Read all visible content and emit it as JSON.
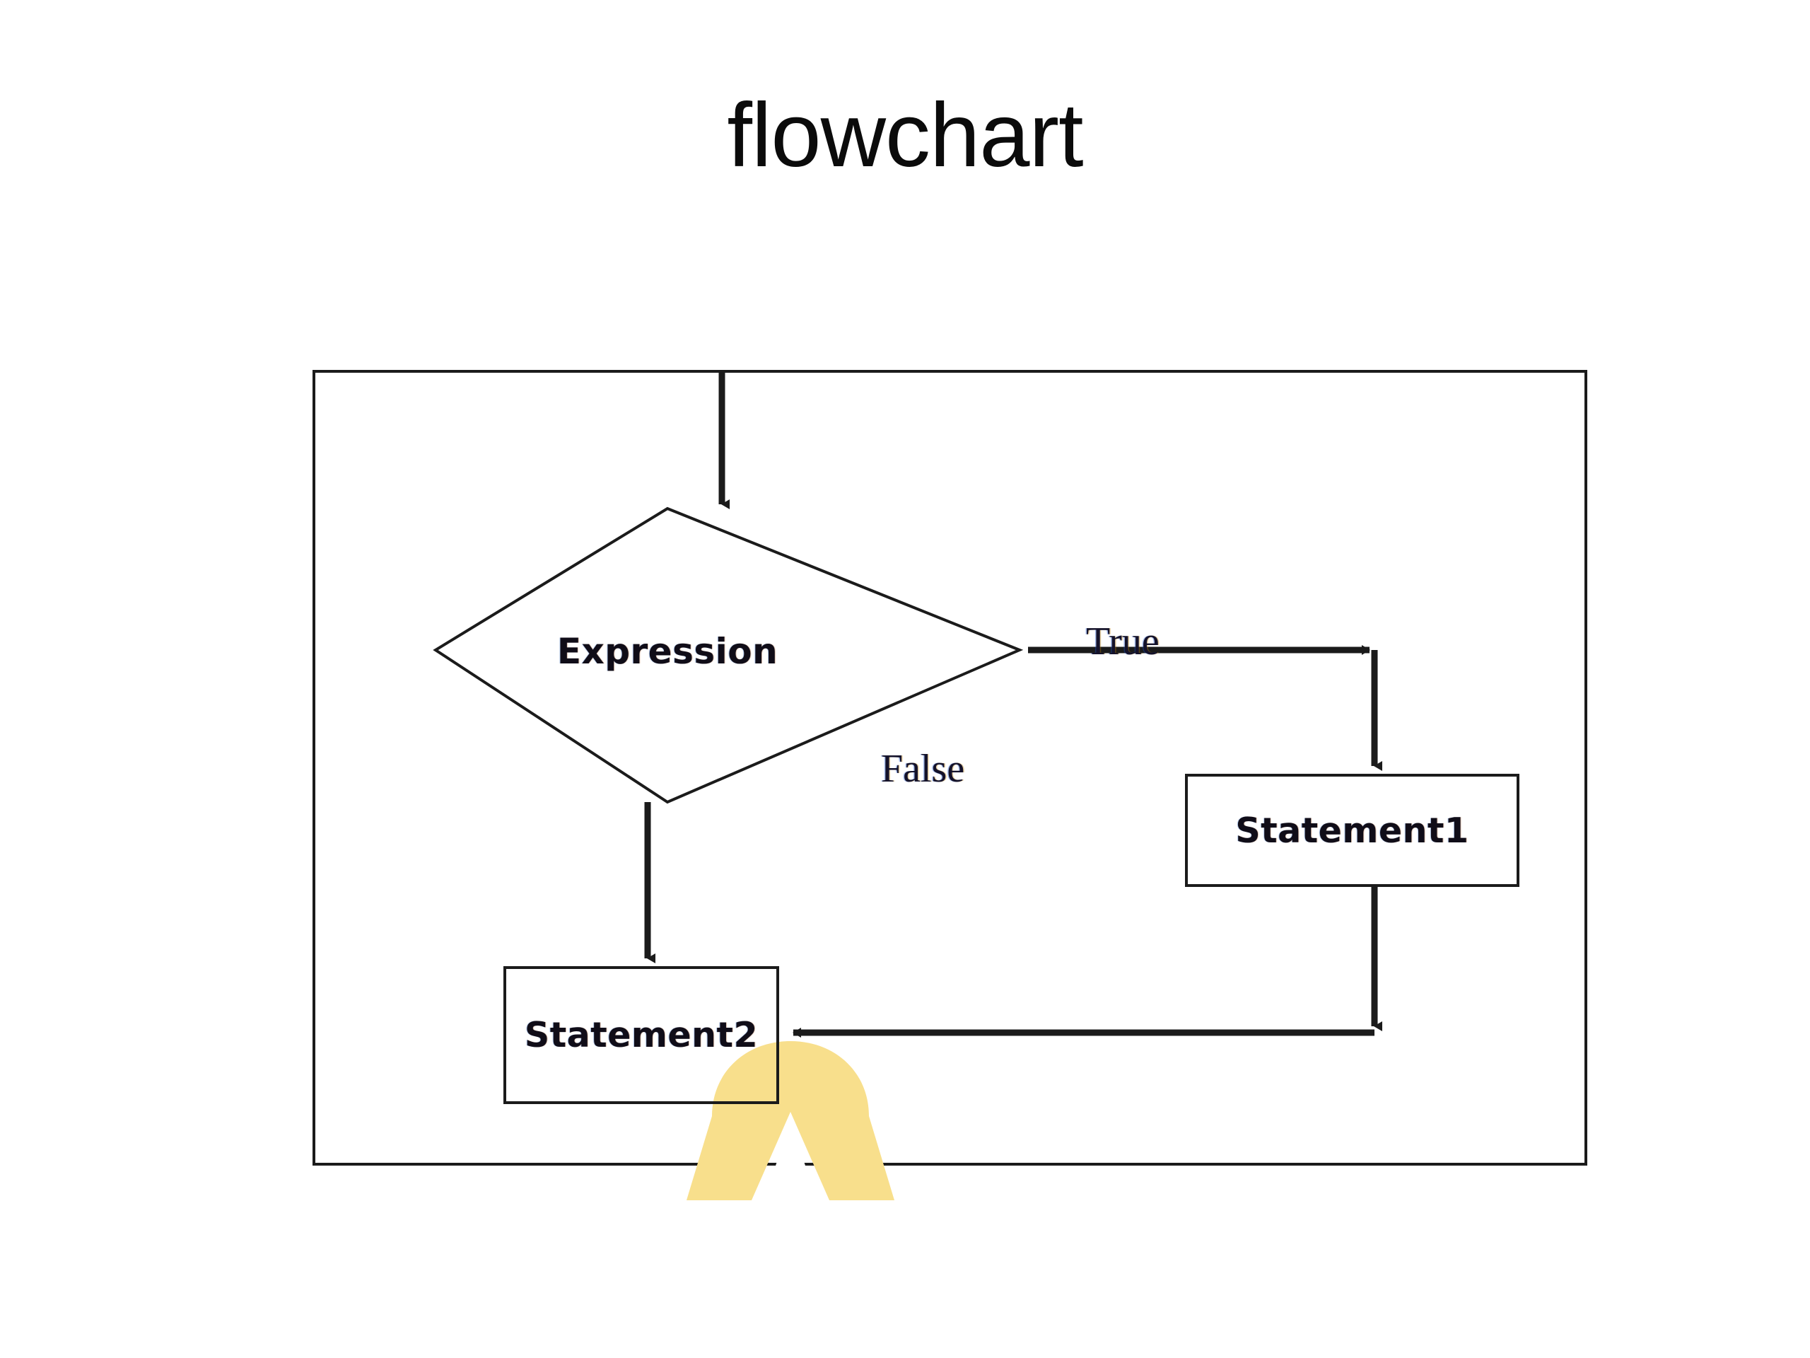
{
  "slide": {
    "title": "flowchart"
  },
  "diagram": {
    "type": "flowchart",
    "description": "if-else control flow diagram",
    "decision": {
      "label": "Expression",
      "shape": "diamond"
    },
    "nodes": [
      {
        "id": "statement1",
        "label": "Statement1",
        "shape": "rectangle"
      },
      {
        "id": "statement2",
        "label": "Statement2",
        "shape": "rectangle"
      }
    ],
    "edges": [
      {
        "id": "entry",
        "label": "",
        "from": "start",
        "to": "decision"
      },
      {
        "id": "true-branch",
        "label": "True",
        "from": "decision",
        "to": "statement1"
      },
      {
        "id": "false-branch",
        "label": "False",
        "from": "decision",
        "to": "statement2"
      },
      {
        "id": "merge",
        "label": "",
        "from": "statement1",
        "to": "statement2"
      }
    ],
    "colors": {
      "stroke": "#1b1b1b",
      "text": "#100d18",
      "branch_text": "#14122a",
      "watermark": "#f8df8c",
      "background": "#ffffff"
    }
  },
  "watermark": {
    "name": "logo-watermark",
    "glyph": "A",
    "color": "#f8df8c"
  }
}
